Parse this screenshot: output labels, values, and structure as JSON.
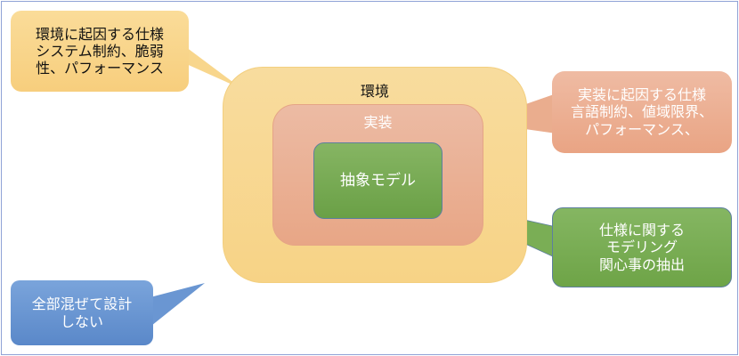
{
  "environment": {
    "label": "環境"
  },
  "implementation": {
    "label": "実装"
  },
  "model": {
    "label": "抽象モデル"
  },
  "callouts": {
    "environment_spec": [
      "環境に起因する仕様",
      "システム制約、脆弱",
      "性、パフォーマンス"
    ],
    "implementation_spec": [
      "実装に起因する仕様",
      "言語制約、値域限界、",
      "パフォーマンス、"
    ],
    "modeling_concern": [
      "仕様に関する",
      "モデリング",
      "関心事の抽出"
    ],
    "no_mixing": [
      "全部混ぜて設計",
      "しない"
    ]
  },
  "colors": {
    "yellow": "#f8dc9e",
    "salmon": "#eab293",
    "green": "#78ab53",
    "blue": "#6a96d2"
  }
}
